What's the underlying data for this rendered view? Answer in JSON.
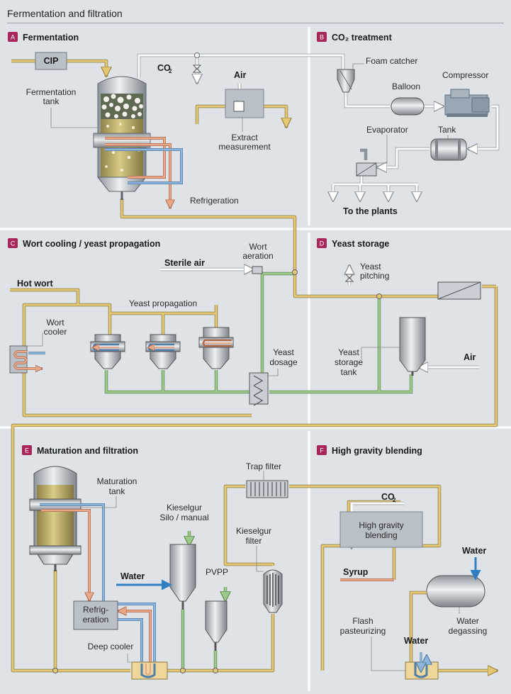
{
  "title": "Fermentation and filtration",
  "colors": {
    "background": "#dfe3e8",
    "badge": "#a8265a",
    "wort_pipe": "#e6c874",
    "yeast_pipe": "#9fc98c",
    "co2_pipe": "#ffffff",
    "cold_pipe": "#8fb4d9",
    "warm_pipe": "#e8a88a",
    "water_arrow": "#2f7fc1"
  },
  "sections": {
    "A": {
      "badge": "A",
      "title": "Fermentation"
    },
    "B": {
      "badge": "B",
      "title": "CO₂ treatment"
    },
    "C": {
      "badge": "C",
      "title": "Wort cooling / yeast propagation"
    },
    "D": {
      "badge": "D",
      "title": "Yeast storage"
    },
    "E": {
      "badge": "E",
      "title": "Maturation and filtration"
    },
    "F": {
      "badge": "F",
      "title": "High gravity blending"
    }
  },
  "labels": {
    "cip": "CIP",
    "co2_a": "CO",
    "co2_sub": "2",
    "air_a": "Air",
    "fermentation_tank_1": "Fermentation",
    "fermentation_tank_2": "tank",
    "extract_1": "Extract",
    "extract_2": "measurement",
    "refrigeration": "Refrigeration",
    "foam_catcher": "Foam catcher",
    "balloon": "Balloon",
    "compressor": "Compressor",
    "evaporator": "Evaporator",
    "tank": "Tank",
    "to_plants": "To the plants",
    "wort_aeration_1": "Wort",
    "wort_aeration_2": "aeration",
    "sterile_air": "Sterile air",
    "hot_wort": "Hot wort",
    "yeast_propagation": "Yeast propagation",
    "wort_cooler_1": "Wort",
    "wort_cooler_2": "cooler",
    "yeast_dosage_1": "Yeast",
    "yeast_dosage_2": "dosage",
    "yeast_pitching_1": "Yeast",
    "yeast_pitching_2": "pitching",
    "yeast_storage_1": "Yeast",
    "yeast_storage_2": "storage",
    "yeast_storage_3": "tank",
    "air_d": "Air",
    "maturation_1": "Maturation",
    "maturation_2": "tank",
    "kieselgur_silo_1": "Kieselgur",
    "kieselgur_silo_2": "Silo / manual",
    "trap_filter": "Trap filter",
    "kieselgur_filter_1": "Kieselgur",
    "kieselgur_filter_2": "filter",
    "water_e": "Water",
    "pvpp": "PVPP",
    "refrig_1": "Refrig-",
    "refrig_2": "eration",
    "deep_cooler": "Deep cooler",
    "co2_f": "CO",
    "hgb_1": "High gravity",
    "hgb_2": "blending",
    "water_f1": "Water",
    "syrup": "Syrup",
    "water_degassing_1": "Water",
    "water_degassing_2": "degassing",
    "flash_1": "Flash",
    "flash_2": "pasteurizing",
    "water_f2": "Water"
  }
}
